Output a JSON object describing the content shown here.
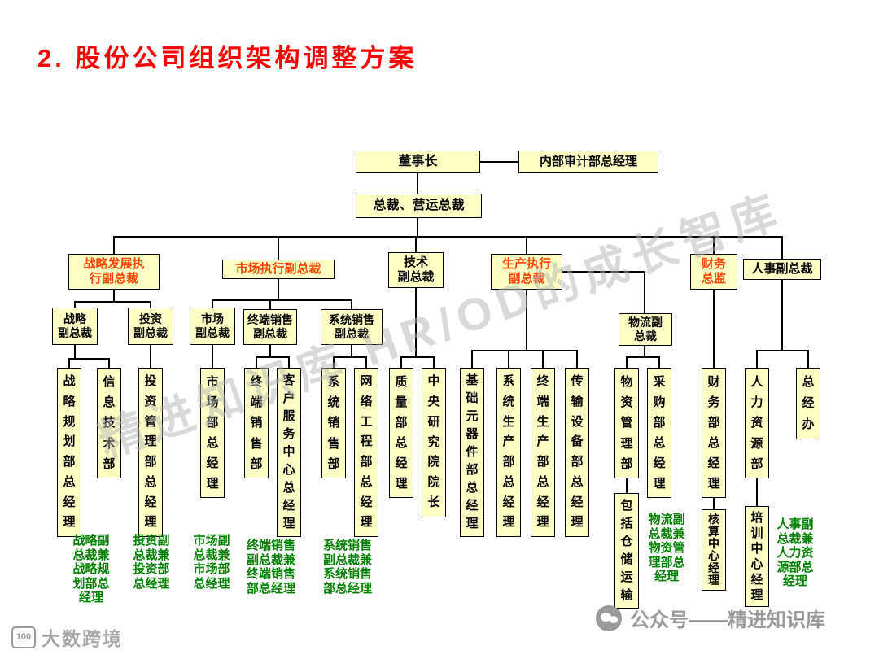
{
  "slide": {
    "title": "2. 股份公司组织架构调整方案"
  },
  "colors": {
    "box_fill": "#FFFFC6",
    "box_border": "#000000",
    "title_red": "#FF0000",
    "vp_accent": "#FF4500",
    "annotation_green": "#008000",
    "watermark_gray": "#B4B4B4",
    "footer_gray": "#9A9A9A"
  },
  "nodes": [
    {
      "id": "chairman",
      "label": "董事长",
      "color": "black"
    },
    {
      "id": "audit-gm",
      "label": "内部审计部总经理",
      "color": "black"
    },
    {
      "id": "president",
      "label": "总裁、营运总裁",
      "color": "black"
    },
    {
      "id": "strategy-exec-vp",
      "label": "战略发展执\n行副总裁",
      "color": "accent"
    },
    {
      "id": "market-exec-vp",
      "label": "市场执行副总裁",
      "color": "accent"
    },
    {
      "id": "tech-vp",
      "label": "技术\n副总裁",
      "color": "black"
    },
    {
      "id": "production-exec-vp",
      "label": "生产执行\n副总裁",
      "color": "accent"
    },
    {
      "id": "finance-director",
      "label": "财务\n总监",
      "color": "accent"
    },
    {
      "id": "hr-vp",
      "label": "人事副总裁",
      "color": "black"
    },
    {
      "id": "strategy-vp",
      "label": "战略\n副总裁",
      "color": "black"
    },
    {
      "id": "investment-vp",
      "label": "投资\n副总裁",
      "color": "black"
    },
    {
      "id": "market-vp",
      "label": "市场\n副总裁",
      "color": "black"
    },
    {
      "id": "terminal-sales-vp",
      "label": "终端销售\n副总裁",
      "color": "black"
    },
    {
      "id": "system-sales-vp",
      "label": "系统销售\n副总裁",
      "color": "black"
    },
    {
      "id": "logistics-vp",
      "label": "物流副\n总裁",
      "color": "black"
    },
    {
      "id": "strategy-planning-dept",
      "label": "战略规划部总经理",
      "color": "black",
      "vertical": true
    },
    {
      "id": "info-tech-dept",
      "label": "信息技术部",
      "color": "black",
      "vertical": true
    },
    {
      "id": "investment-mgmt-dept",
      "label": "投资管理部总经理",
      "color": "black",
      "vertical": true
    },
    {
      "id": "market-dept",
      "label": "市场部总经理",
      "color": "black",
      "vertical": true
    },
    {
      "id": "terminal-sales-dept",
      "label": "终端销售部",
      "color": "black",
      "vertical": true
    },
    {
      "id": "customer-service-center",
      "label": "客户服务中心总经理",
      "color": "black",
      "vertical": true
    },
    {
      "id": "system-sales-dept",
      "label": "系统销售部",
      "color": "black",
      "vertical": true
    },
    {
      "id": "network-eng-dept",
      "label": "网络工程部总经理",
      "color": "black",
      "vertical": true
    },
    {
      "id": "quality-dept",
      "label": "质量部总经理",
      "color": "black",
      "vertical": true
    },
    {
      "id": "central-research-institute",
      "label": "中央研究院院长",
      "color": "black",
      "vertical": true
    },
    {
      "id": "basic-components-dept",
      "label": "基础元器件部总经理",
      "color": "black",
      "vertical": true
    },
    {
      "id": "system-production-dept",
      "label": "系统生产部总经理",
      "color": "black",
      "vertical": true
    },
    {
      "id": "terminal-production-dept",
      "label": "终端生产部总经理",
      "color": "black",
      "vertical": true
    },
    {
      "id": "transmission-equip-dept",
      "label": "传输设备部总经理",
      "color": "black",
      "vertical": true
    },
    {
      "id": "materials-mgmt-dept",
      "label": "物资管理部",
      "color": "black",
      "vertical": true
    },
    {
      "id": "procurement-dept",
      "label": "采购部总经理",
      "color": "black",
      "vertical": true
    },
    {
      "id": "finance-dept",
      "label": "财务部总经理",
      "color": "black",
      "vertical": true
    },
    {
      "id": "hr-dept",
      "label": "人力资源部",
      "color": "black",
      "vertical": true
    },
    {
      "id": "general-office",
      "label": "总经办",
      "color": "black",
      "vertical": true
    },
    {
      "id": "warehouse-transport",
      "label": "包括仓储运输",
      "color": "black",
      "vertical": true
    },
    {
      "id": "accounting-center",
      "label": "核算中心经理",
      "color": "black",
      "vertical": true
    },
    {
      "id": "training-center",
      "label": "培训中心经理",
      "color": "black",
      "vertical": true
    }
  ],
  "annotations": [
    {
      "id": "strategy-concurrent",
      "text": "战略副\n总裁兼\n战略规\n划部总\n经理"
    },
    {
      "id": "investment-concurrent",
      "text": "投资副\n总裁兼\n投资部\n总经理"
    },
    {
      "id": "market-concurrent",
      "text": "市场副\n总裁兼\n市场部\n总经理"
    },
    {
      "id": "terminal-concurrent",
      "text": "终端销售\n副总裁兼\n终端销售\n部总经理"
    },
    {
      "id": "system-concurrent",
      "text": "系统销售\n副总裁兼\n系统销售\n部总经理"
    },
    {
      "id": "logistics-concurrent",
      "text": "物流副\n总裁兼\n物资管\n理部总\n经理"
    },
    {
      "id": "hr-concurrent",
      "text": "人事副\n总裁兼\n人力资\n源部总\n经理"
    }
  ],
  "watermark": {
    "text": "精进知识库 HR/OD的成长智库"
  },
  "footer": {
    "logo_icon_text": "100",
    "logo_text": "大数跨境",
    "account_text": "公众号——精进知识库"
  }
}
